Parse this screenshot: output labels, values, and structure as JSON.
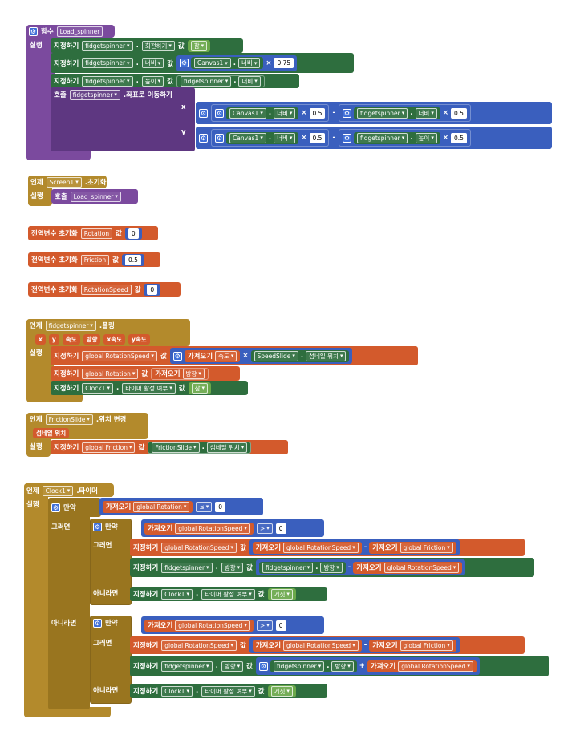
{
  "kw": {
    "func": "함수",
    "do": "실행",
    "set": "지정하기",
    "val": "값",
    "call": "호출",
    "get": "가져오기",
    "when": "언제",
    "init_global": "전역변수 초기화",
    "if": "만약",
    "then": "그러면",
    "else": "아니라면"
  },
  "b1": {
    "name": "Load_spinner",
    "c1": "fidgetspinner",
    "p1": "회전하기",
    "v1": "참",
    "c2": "fidgetspinner",
    "p2": "너비",
    "canvas": "Canvas1",
    "canvas_w": "너비",
    "mul": "0.75",
    "c3": "fidgetspinner",
    "p3": "높이",
    "c3b": "fidgetspinner",
    "p3b": "너비",
    "call_comp": "fidgetspinner",
    "call_method": ".좌표로 이동하기",
    "x": "x",
    "y": "y",
    "xc": "Canvas1",
    "xcp": "너비",
    "half": "0.5",
    "xs": "fidgetspinner",
    "xsp": "너비",
    "yc": "Canvas1",
    "ycp": "너비",
    "ys": "fidgetspinner",
    "ysp": "높이",
    "times": "×",
    "minus": "-"
  },
  "b2": {
    "comp": "Screen1",
    "event": ".초기화",
    "proc": "Load_spinner"
  },
  "g1": {
    "name": "Rotation",
    "value": "0"
  },
  "g2": {
    "name": "Friction",
    "value": "0.5"
  },
  "g3": {
    "name": "RotationSpeed",
    "value": "0"
  },
  "b3": {
    "comp": "fidgetspinner",
    "event": ".플링",
    "params": [
      "x",
      "y",
      "속도",
      "방향",
      "x속도",
      "y속도"
    ],
    "s1": "global RotationSpeed",
    "g1": "속도",
    "times": "×",
    "slider": "SpeedSlide",
    "slider_p": "섬네일 위치",
    "s2": "global Rotation",
    "g2": "방향",
    "clock": "Clock1",
    "clock_p": "타이머 활성 여부",
    "v3": "참"
  },
  "b4": {
    "comp": "FrictionSlide",
    "event": ".위치 변경",
    "param": "섬네일 위치",
    "s1": "global Friction",
    "slider": "FrictionSlide",
    "slider_p": "섬네일 위치"
  },
  "b5": {
    "comp": "Clock1",
    "event": ".타이머",
    "rot": "global Rotation",
    "le": "≤",
    "zero": "0",
    "rs": "global RotationSpeed",
    "gt": ">",
    "fr": "global Friction",
    "minus": "-",
    "plus": "+",
    "spinner": "fidgetspinner",
    "dir": "방향",
    "clock": "Clock1",
    "clock_p": "타이머 활성 여부",
    "false": "거짓"
  }
}
